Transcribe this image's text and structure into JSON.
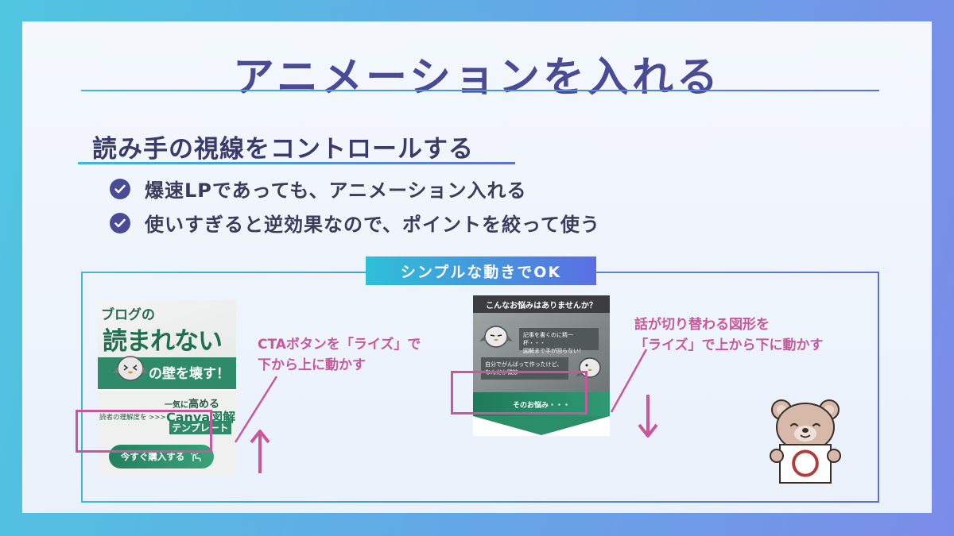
{
  "slide": {
    "title": "アニメーションを入れる",
    "section_heading": "読み手の視線をコントロールする",
    "bullets": [
      "爆速LPであっても、アニメーション入れる",
      "使いすぎると逆効果なので、ポイントを絞って使う"
    ],
    "example_label": "シンプルな動きでOK"
  },
  "left_example": {
    "thumb_line1": "ブログの",
    "thumb_line2": "読まれない",
    "thumb_line3": "の壁を壊す！",
    "thumb_promo1": "一気に",
    "thumb_promo1b": "高める",
    "thumb_promo2": "読者の理解度を >>>",
    "thumb_promo3": "Canva図解",
    "thumb_promo4": "テンプレート",
    "cta_button": "今すぐ購入する",
    "caption_line1": "CTAボタンを「ライズ」で",
    "caption_line2": "下から上に動かす"
  },
  "right_example": {
    "thumb_header": "こんなお悩みはありませんか？",
    "bubble1_line1": "記事を書くのに精一杯・・・",
    "bubble1_line2": "図解まで手が回らない！",
    "bubble2_line1": "自分でがんばって作ったけど、",
    "bubble2_line2": "なんだか微妙・・・",
    "green_band": "そのお悩み・・・",
    "caption_line1": "話が切り替わる図形を",
    "caption_line2": "「ライズ」で上から下に動かす"
  },
  "mascot": {
    "sign_symbol": "〇"
  },
  "colors": {
    "title": "#4b4a95",
    "accent_pink": "#c7589b",
    "green": "#2f8a6a",
    "gradient_start": "#3fb8d9",
    "gradient_end": "#5a6fd8"
  }
}
